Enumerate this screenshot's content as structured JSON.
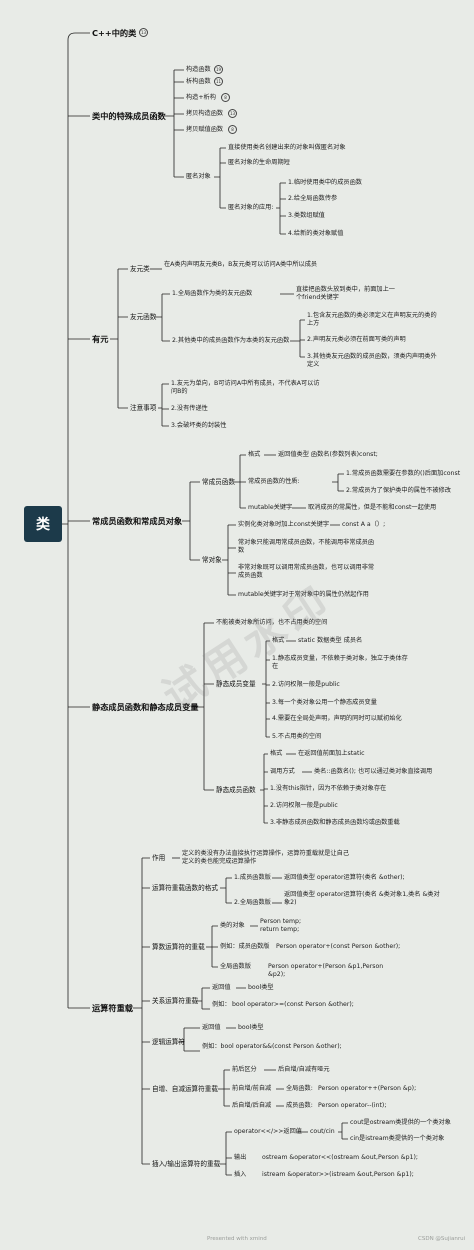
{
  "root": "类",
  "branches": {
    "b1": "C++中的类",
    "b2": {
      "title": "类中的特殊成员函数",
      "n1": "构造函数",
      "n2": "析构函数",
      "n3": "构造+析构",
      "n4": "拷贝构造函数",
      "n5": "拷贝赋值函数",
      "anon": "匿名对象",
      "a1": "直接使用类名创建出来的对象叫做匿名对象",
      "a2": "匿名对象的生命周期短",
      "a3": "匿名对象的应用:",
      "u1": "1.临时使用类中的成员函数",
      "u2": "2.给全局函数传参",
      "u3": "3.类数组赋值",
      "u4": "4.给新的类对象赋值"
    },
    "b3": {
      "title": "有元",
      "c1": "友元类",
      "c1d": "在A类内声明友元类B，B友元类可以访问A类中所以成员",
      "c2": "友元函数",
      "g1": "1.全局函数作为类的友元函数",
      "g1d": "直接把函数头放到类中，前面加上一个friend关键字",
      "g2": "2.其他类中的成员函数作为本类的友元函数",
      "g2a": "1.包含友元函数的类必须定义在声明友元的类的上方",
      "g2b": "2.声明友元类必须在前面写类的声明",
      "g2c": "3.其他类友元函数的成员函数，须类内声明类外定义",
      "c3": "注意事项",
      "z1": "1.友元为单向，B可访问A中所有成员，不代表A可以访问B的",
      "z2": "2.没有传递性",
      "z3": "3.会破坏类的封装性"
    },
    "b4": {
      "title": "常成员函数和常成员对象",
      "f1": "常成员函数",
      "fa": "格式",
      "fad": "返回值类型 函数名(参数列表)const;",
      "fb": "常成员函数的性质:",
      "fb1": "1.常成员函数需要在参数的()后面加const",
      "fb2": "2.常成员为了保护类中的属性不被修改",
      "fc": "mutable关键字",
      "fcd": "取消成员的常属性，但是不能和const一起使用",
      "o1": "常对象",
      "oa": "实例化类对象时加上const关键字",
      "oad": "const A a（）;",
      "ob": "常对象只能调用常成员函数，不能调用非常成员函数",
      "oc": "非常对象既可以调用常成员函数，也可以调用非常成员函数",
      "od": "mutable关键字对于常对象中的属性仍然起作用"
    },
    "b5": {
      "title": "静态成员函数和静态成员变量",
      "s0": "不能被类对象所访问，也不占用类的空间",
      "v": "静态成员变量",
      "va": "格式",
      "vad": "static 数据类型 成员名",
      "v1": "1.静态成员变量，不依赖于类对象，独立于类体存在",
      "v2": "2.访问权限一般是public",
      "v3": "3.每一个类对象公用一个静态成员变量",
      "v4": "4.需要在全局处声明，声明的同时可以赋初始化",
      "v5": "5.不占用类的空间",
      "m": "静态成员函数",
      "ma": "格式",
      "mad": "在返回值前面加上static",
      "mb": "调用方式",
      "mbd": "类名::函数名(); 也可以通过类对象直接调用",
      "m1": "1.没有this指针，因为不依赖于类对象存在",
      "m2": "2.访问权限一般是public",
      "m3": "3.非静态成员函数和静态成员函数均或函数重载"
    },
    "b6": {
      "title": "运算符重载",
      "r1": "作用",
      "r1d": "定义的类没有办法直接执行运算操作，运算符重载就是让自己定义的类也能完成运算操作",
      "r2": "运算符重载函数的格式",
      "r2a": "1.成员函数版",
      "r2ad": "返回值类型 operator运算符(类名 &other);",
      "r2b": "2.全局函数版",
      "r2bd": "返回值类型  operator运算符(类名 &类对象1,类名 &类对象2)",
      "r3": "算数运算符的重载",
      "r3a": "类的对象",
      "r3ad1": "Person temp;",
      "r3ad2": "return temp;",
      "r3b": "例如：成员函数版",
      "r3bd": "Person operator+(const Person &other);",
      "r3c": "全局函数版",
      "r3cd": "Person operator+(Person &p1,Person &p2);",
      "r4": "关系运算符重载",
      "r4a": "返回值",
      "r4ad": "bool类型",
      "r4b": "例如：",
      "r4bd": "bool operator>=(const Person &other);",
      "r5": "逻辑运算符",
      "r5a": "返回值",
      "r5ad": "bool类型",
      "r5b": "例如：bool operator&&(const Person &other);",
      "r6": "自增、自减运算符重载",
      "r6a": "前后区分",
      "r6ad": "后自增/自减有哑元",
      "r6b": "前自增/前自减",
      "r6bd1": "全局函数:",
      "r6bd2": "Person operator++(Person &p);",
      "r6c": "后自增/后自减",
      "r6cd1": "成员函数:",
      "r6cd2": "Person operator--(int);",
      "r7": "插入/输出运算符的重载",
      "r7a": "operator<</>>返回值",
      "r7ad": "cout/cin",
      "r7ad1": "cout是ostream类提供的一个类对象",
      "r7ad2": "cin是istream类提供的一个类对象",
      "r7b": "输出",
      "r7bd": "ostream &operator<<(ostream &out,Person &p1);",
      "r7c": "插入",
      "r7cd": "istream &operator>>(istream &out,Person &p1);"
    }
  },
  "badges": {
    "b1": "13",
    "n1": "19",
    "n2": "11",
    "n3": "8",
    "n4": "13",
    "n5": "8"
  },
  "watermark": "试用水印",
  "footer_left": "Presented with xmind",
  "footer_right": "CSDN @Sujianrui"
}
